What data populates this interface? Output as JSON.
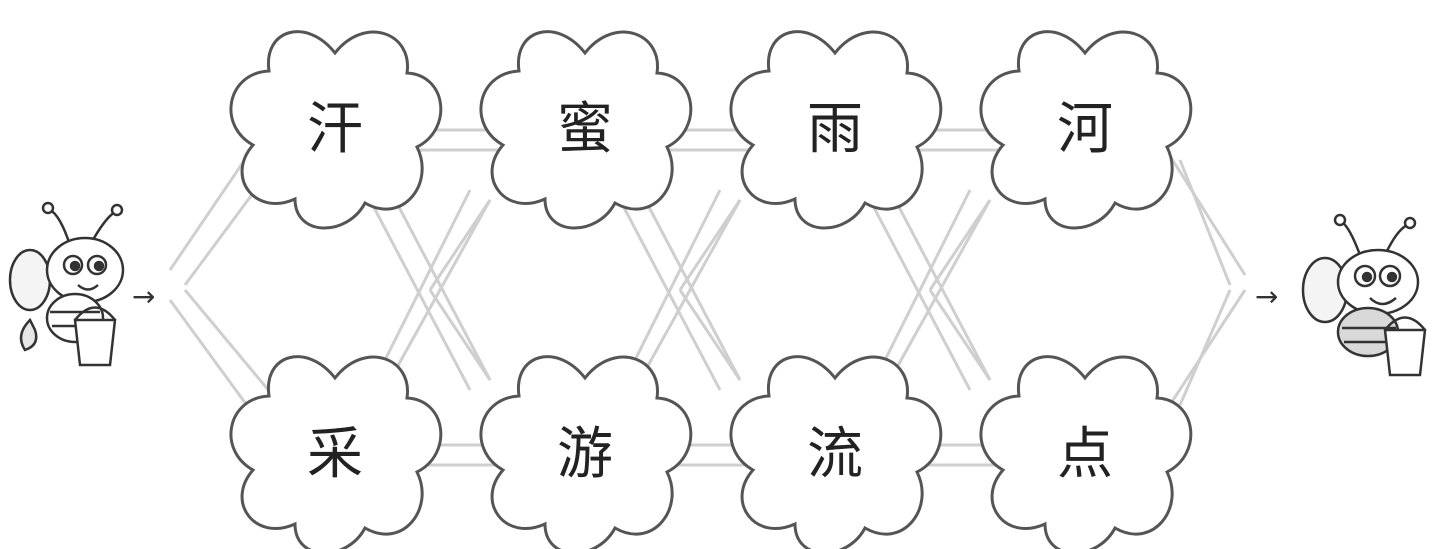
{
  "puzzle": {
    "top_flowers": [
      "汗",
      "蜜",
      "雨",
      "河"
    ],
    "bottom_flowers": [
      "采",
      "游",
      "流",
      "点"
    ],
    "start_arrow": "→",
    "end_arrow": "→",
    "start_character": "bee-with-bucket",
    "end_character": "bee-with-bucket",
    "line_color": "#cfcfcf",
    "outline_color": "#555555"
  }
}
